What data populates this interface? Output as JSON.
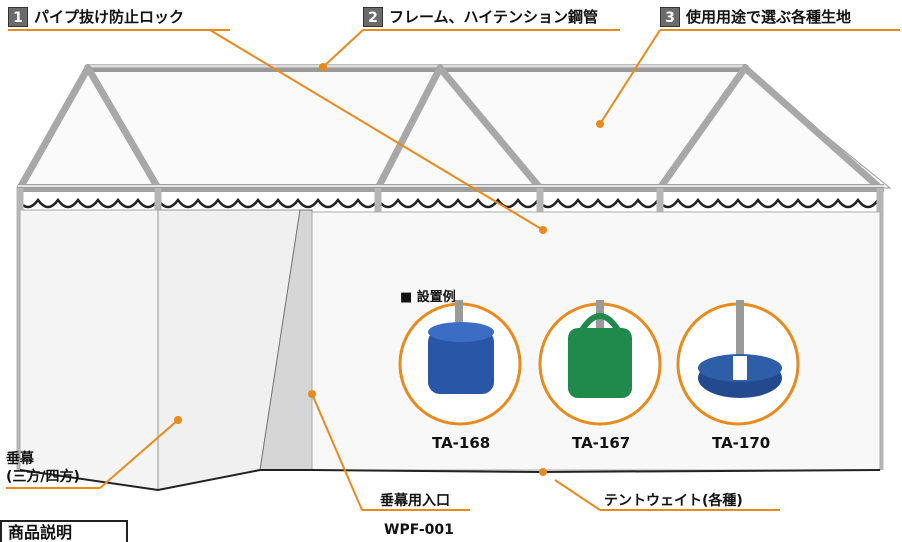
{
  "callouts": [
    {
      "number": "1",
      "text": "パイプ抜け防止ロック"
    },
    {
      "number": "2",
      "text": "フレーム、ハイテンション鋼管"
    },
    {
      "number": "3",
      "text": "使用用途で選ぶ各種生地"
    }
  ],
  "example_heading": "■ 設置例",
  "weights": [
    {
      "model": "TA-168",
      "color": "#2a56a8"
    },
    {
      "model": "TA-167",
      "color": "#1f8a4a"
    },
    {
      "model": "TA-170",
      "color": "#234a8e"
    }
  ],
  "labels": {
    "curtain_line1": "垂幕",
    "curtain_line2": "(三方/四方)",
    "entrance": "垂幕用入口",
    "entrance_model": "WPF-001",
    "tent_weight": "テントウェイト(各種)",
    "bottom_box": "商品説明"
  },
  "colors": {
    "accent": "#e88a1c",
    "frame": "#b9b9b9"
  }
}
